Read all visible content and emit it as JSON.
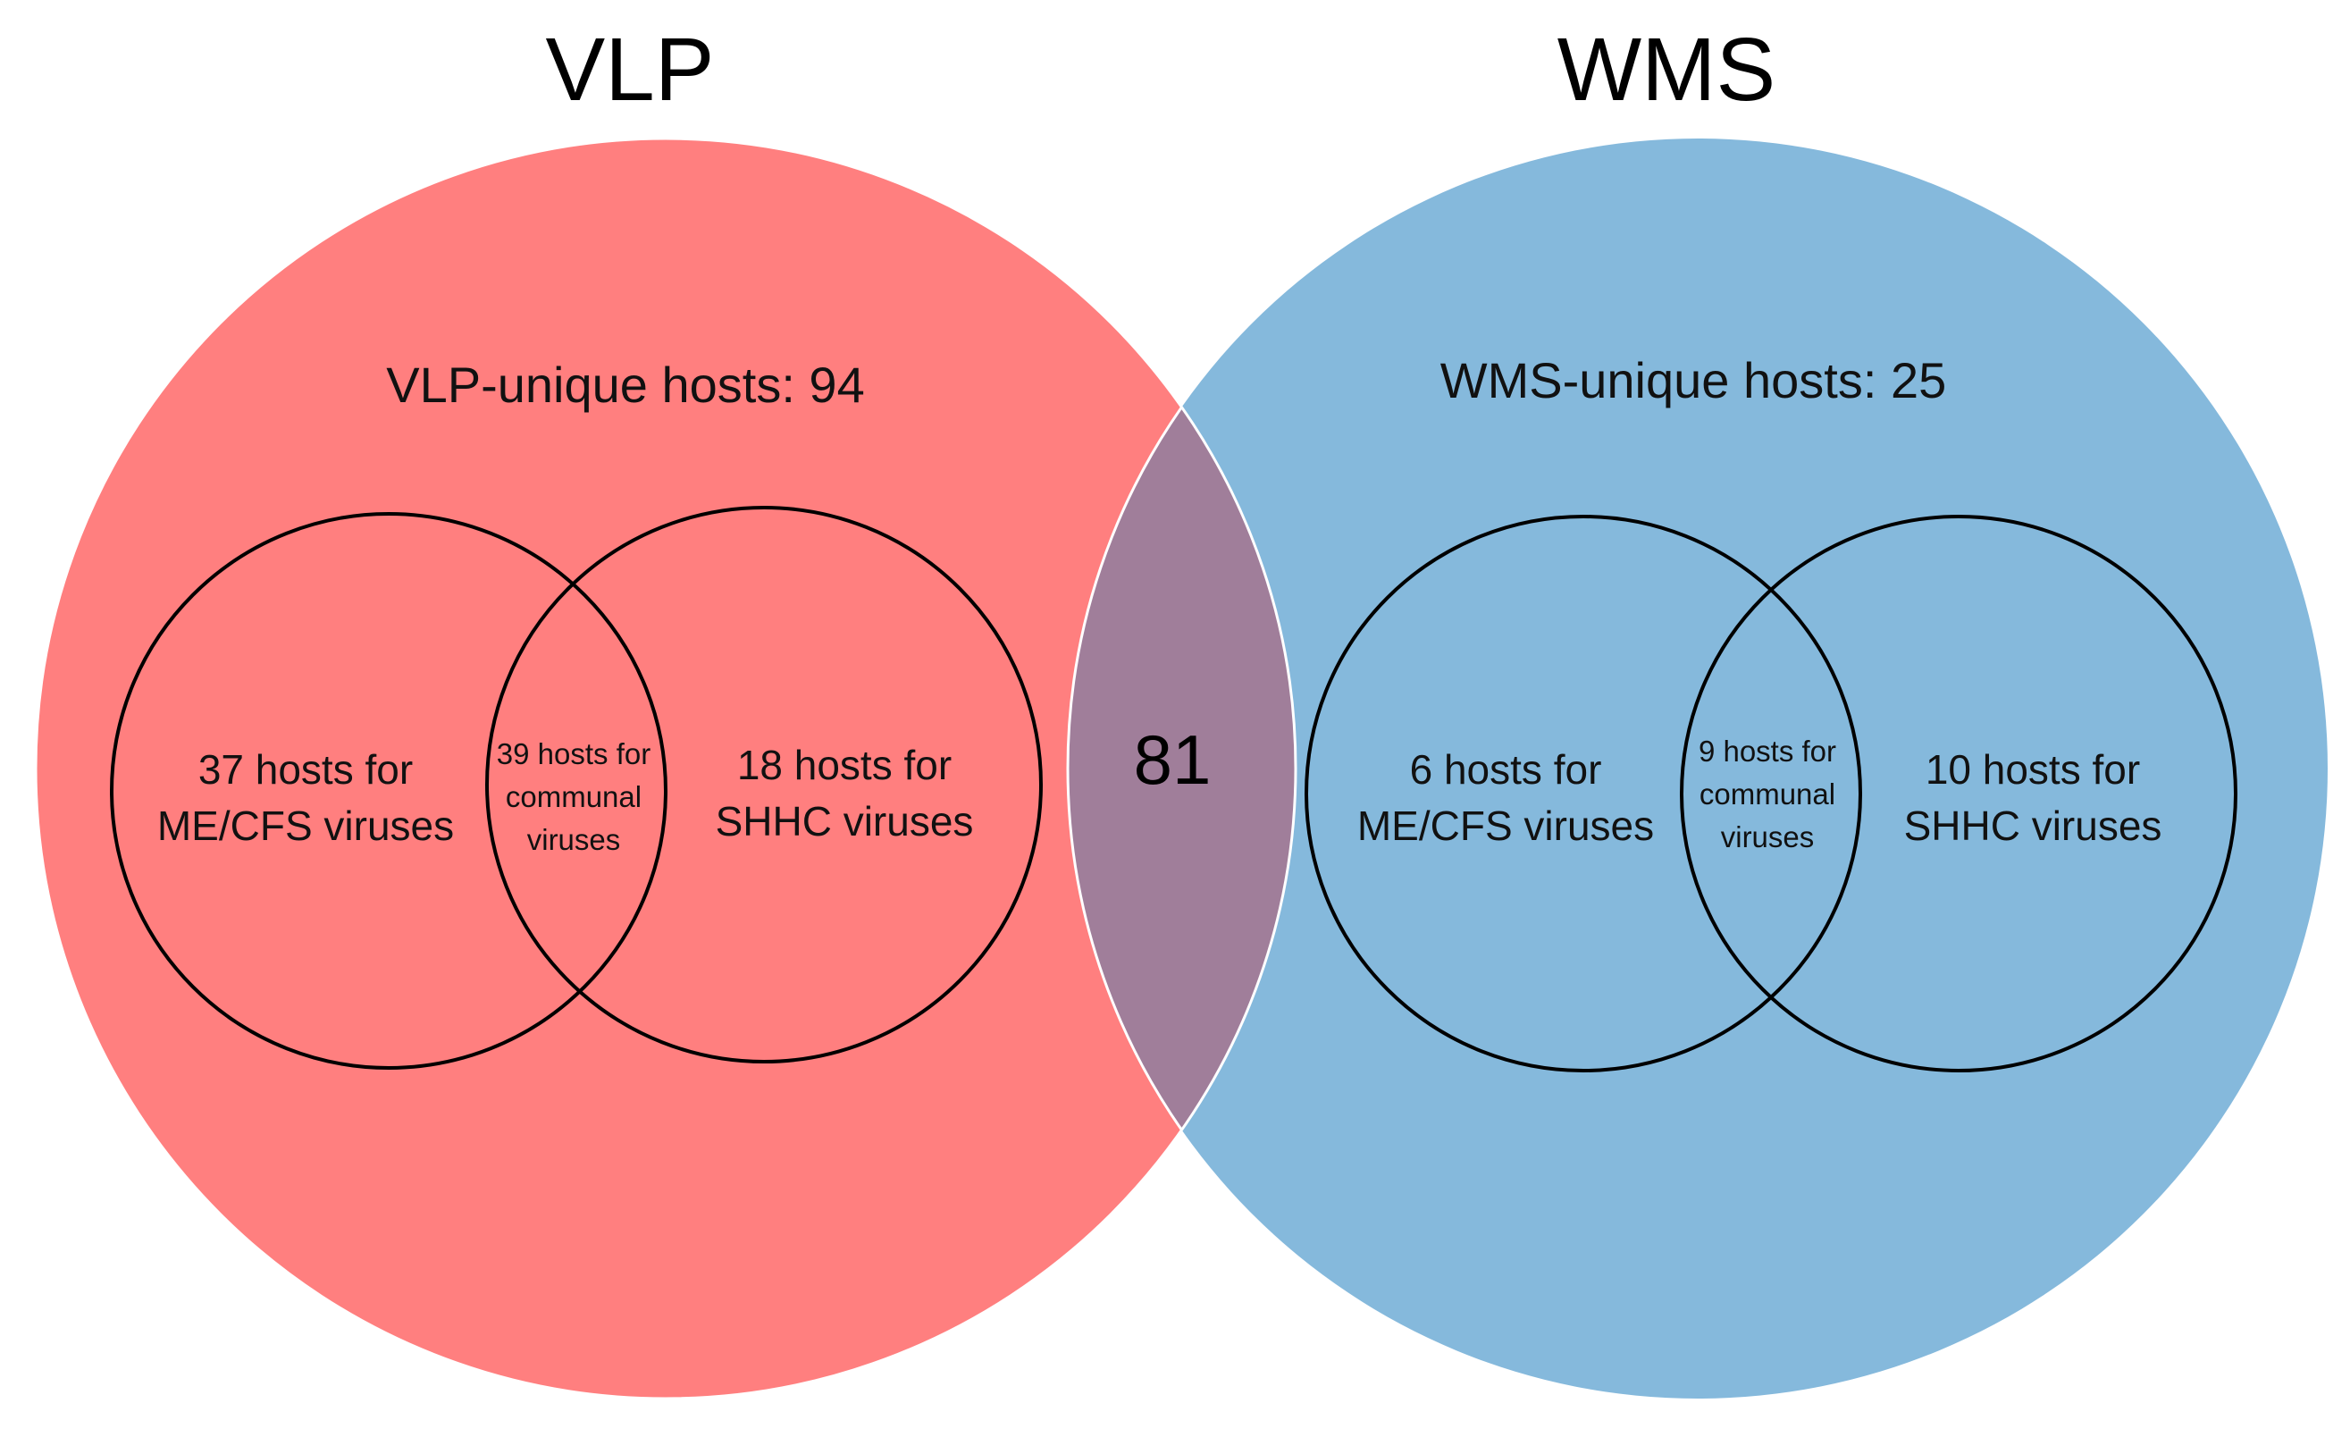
{
  "colors": {
    "vlp_fill": "#ff7f7f",
    "wms_fill": "#85b9dc",
    "overlap_fill": "#a07e9a",
    "outline": "#000000"
  },
  "sets": {
    "vlp": {
      "title": "VLP",
      "unique_label": "VLP-unique hosts: 94",
      "inner": {
        "left_line1": "37 hosts for",
        "left_line2": "ME/CFS viruses",
        "middle_line1": "39 hosts for",
        "middle_line2": "communal",
        "middle_line3": "viruses",
        "right_line1": "18 hosts for",
        "right_line2": "SHHC viruses"
      }
    },
    "wms": {
      "title": "WMS",
      "unique_label": "WMS-unique hosts: 25",
      "inner": {
        "left_line1": "6 hosts for",
        "left_line2": "ME/CFS viruses",
        "middle_line1": "9 hosts for",
        "middle_line2": "communal",
        "middle_line3": "viruses",
        "right_line1": "10 hosts for",
        "right_line2": "SHHC viruses"
      }
    },
    "overlap": "81"
  }
}
